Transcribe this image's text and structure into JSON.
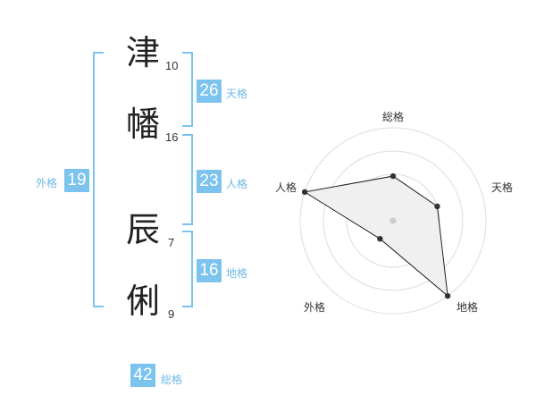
{
  "name": {
    "chars": [
      {
        "char": "津",
        "strokes": "10"
      },
      {
        "char": "幡",
        "strokes": "16"
      },
      {
        "char": "辰",
        "strokes": "7"
      },
      {
        "char": "俐",
        "strokes": "9"
      }
    ]
  },
  "fortunes": {
    "tenkaku": {
      "label": "天格",
      "value": "26"
    },
    "jinkaku": {
      "label": "人格",
      "value": "23"
    },
    "chikaku": {
      "label": "地格",
      "value": "16"
    },
    "gaikaku": {
      "label": "外格",
      "value": "19"
    },
    "soukaku": {
      "label": "総格",
      "value": "42"
    }
  },
  "radar": {
    "axes": [
      "総格",
      "天格",
      "地格",
      "外格",
      "人格"
    ],
    "values": [
      0.48,
      0.5,
      1.0,
      0.24,
      1.0
    ],
    "colors": {
      "fill": "#eeeeee",
      "line": "#222222",
      "grid": "#dddddd",
      "point": "#333333"
    }
  }
}
